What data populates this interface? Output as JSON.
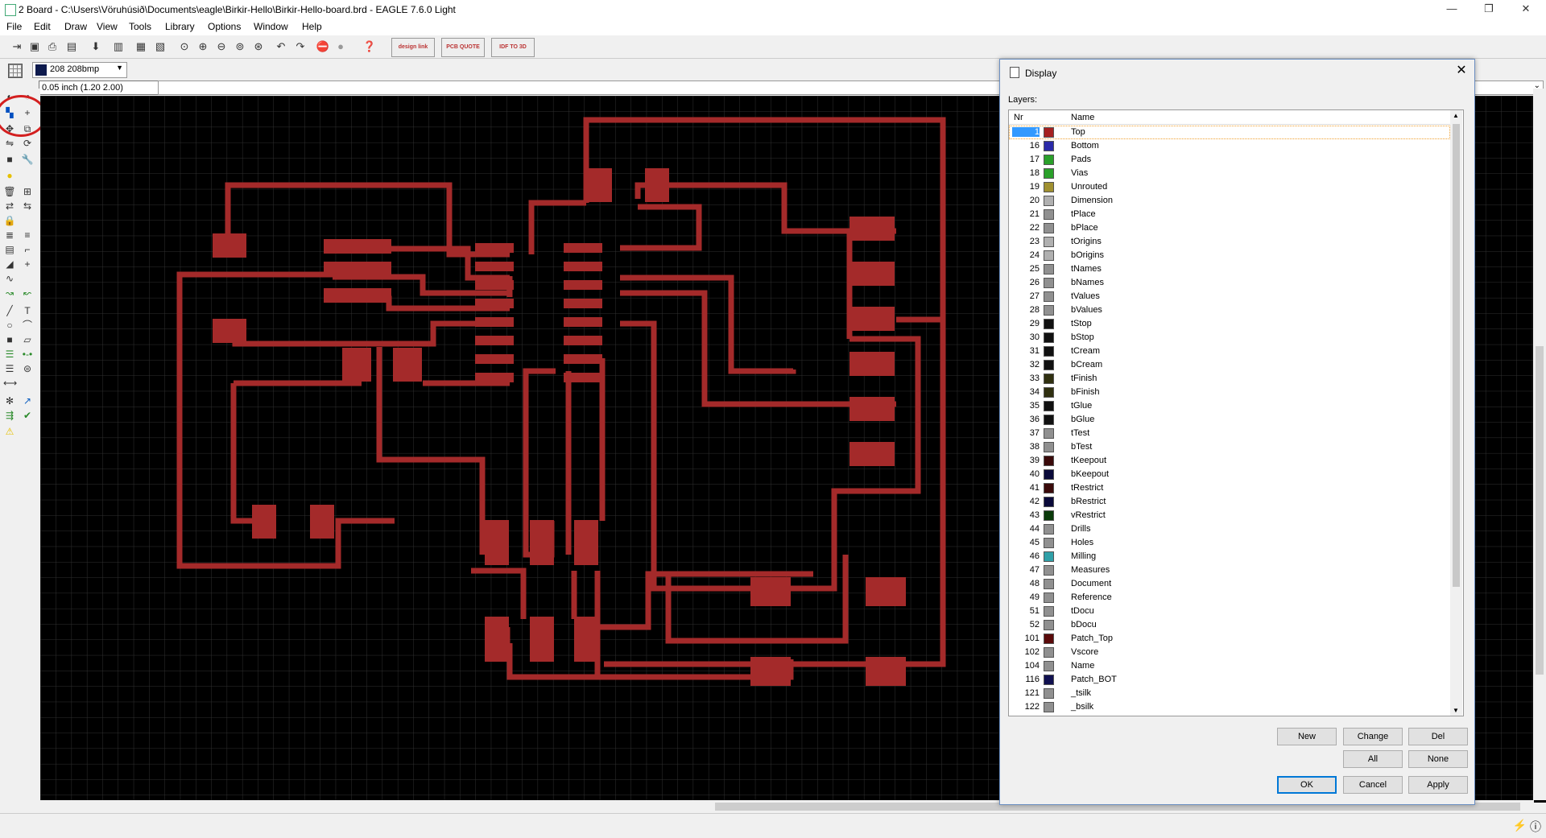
{
  "window": {
    "title": "2 Board - C:\\Users\\Vöruhúsið\\Documents\\eagle\\Birkir-Hello\\Birkir-Hello-board.brd - EAGLE 7.6.0 Light",
    "controls": {
      "minimize": "—",
      "restore": "❐",
      "close": "✕"
    }
  },
  "menu": [
    "File",
    "Edit",
    "Draw",
    "View",
    "Tools",
    "Library",
    "Options",
    "Window",
    "Help"
  ],
  "toolbar": {
    "icons": [
      "open-icon",
      "save-icon",
      "print-icon",
      "cam-icon",
      "script-icon",
      "ulp-icon",
      "board-icon",
      "schematic-icon",
      "zoom-fit-icon",
      "zoom-in-icon",
      "zoom-out-icon",
      "zoom-select-icon",
      "zoom-redraw-icon",
      "undo-icon",
      "redo-icon",
      "stop-icon",
      "go-icon",
      "help-icon"
    ],
    "brand_buttons": [
      "design link",
      "PCB QUOTE",
      "IDF TO 3D"
    ]
  },
  "layer_select": {
    "value": "208 208bmp",
    "color": "#0d1a4d"
  },
  "coordinate": "0.05 inch (1.20 2.00)",
  "display_dialog": {
    "title": "Display",
    "layers_label": "Layers:",
    "columns": [
      "Nr",
      "Name"
    ],
    "layers": [
      {
        "nr": "1",
        "name": "Top",
        "color": "#a52020",
        "selected": true
      },
      {
        "nr": "16",
        "name": "Bottom",
        "color": "#2a2aa8"
      },
      {
        "nr": "17",
        "name": "Pads",
        "color": "#2aa02a"
      },
      {
        "nr": "18",
        "name": "Vias",
        "color": "#2aa02a"
      },
      {
        "nr": "19",
        "name": "Unrouted",
        "color": "#a09030"
      },
      {
        "nr": "20",
        "name": "Dimension",
        "color": "#b0b0b0"
      },
      {
        "nr": "21",
        "name": "tPlace",
        "color": "#909090"
      },
      {
        "nr": "22",
        "name": "bPlace",
        "color": "#909090"
      },
      {
        "nr": "23",
        "name": "tOrigins",
        "color": "#b0b0b0"
      },
      {
        "nr": "24",
        "name": "bOrigins",
        "color": "#b0b0b0"
      },
      {
        "nr": "25",
        "name": "tNames",
        "color": "#909090"
      },
      {
        "nr": "26",
        "name": "bNames",
        "color": "#909090"
      },
      {
        "nr": "27",
        "name": "tValues",
        "color": "#909090"
      },
      {
        "nr": "28",
        "name": "bValues",
        "color": "#909090"
      },
      {
        "nr": "29",
        "name": "tStop",
        "color": "#111111"
      },
      {
        "nr": "30",
        "name": "bStop",
        "color": "#111111"
      },
      {
        "nr": "31",
        "name": "tCream",
        "color": "#111111"
      },
      {
        "nr": "32",
        "name": "bCream",
        "color": "#111111"
      },
      {
        "nr": "33",
        "name": "tFinish",
        "color": "#303010"
      },
      {
        "nr": "34",
        "name": "bFinish",
        "color": "#303010"
      },
      {
        "nr": "35",
        "name": "tGlue",
        "color": "#111111"
      },
      {
        "nr": "36",
        "name": "bGlue",
        "color": "#111111"
      },
      {
        "nr": "37",
        "name": "tTest",
        "color": "#909090"
      },
      {
        "nr": "38",
        "name": "bTest",
        "color": "#909090"
      },
      {
        "nr": "39",
        "name": "tKeepout",
        "color": "#3a0a0a"
      },
      {
        "nr": "40",
        "name": "bKeepout",
        "color": "#0a0a3a"
      },
      {
        "nr": "41",
        "name": "tRestrict",
        "color": "#3a0a0a"
      },
      {
        "nr": "42",
        "name": "bRestrict",
        "color": "#0a0a3a"
      },
      {
        "nr": "43",
        "name": "vRestrict",
        "color": "#0a3a0a"
      },
      {
        "nr": "44",
        "name": "Drills",
        "color": "#909090"
      },
      {
        "nr": "45",
        "name": "Holes",
        "color": "#909090"
      },
      {
        "nr": "46",
        "name": "Milling",
        "color": "#30a0a8"
      },
      {
        "nr": "47",
        "name": "Measures",
        "color": "#909090"
      },
      {
        "nr": "48",
        "name": "Document",
        "color": "#909090"
      },
      {
        "nr": "49",
        "name": "Reference",
        "color": "#909090"
      },
      {
        "nr": "51",
        "name": "tDocu",
        "color": "#909090"
      },
      {
        "nr": "52",
        "name": "bDocu",
        "color": "#909090"
      },
      {
        "nr": "101",
        "name": "Patch_Top",
        "color": "#5a0a0a"
      },
      {
        "nr": "102",
        "name": "Vscore",
        "color": "#909090"
      },
      {
        "nr": "104",
        "name": "Name",
        "color": "#909090"
      },
      {
        "nr": "116",
        "name": "Patch_BOT",
        "color": "#101050"
      },
      {
        "nr": "121",
        "name": "_tsilk",
        "color": "#909090"
      },
      {
        "nr": "122",
        "name": "_bsilk",
        "color": "#909090"
      }
    ],
    "buttons": {
      "new": "New",
      "change": "Change",
      "del": "Del",
      "all": "All",
      "none": "None",
      "ok": "OK",
      "cancel": "Cancel",
      "apply": "Apply"
    }
  },
  "colors": {
    "trace": "#a42a2a",
    "canvas": "#000000",
    "grid": "#333333",
    "highlight": "#d31f1f"
  }
}
